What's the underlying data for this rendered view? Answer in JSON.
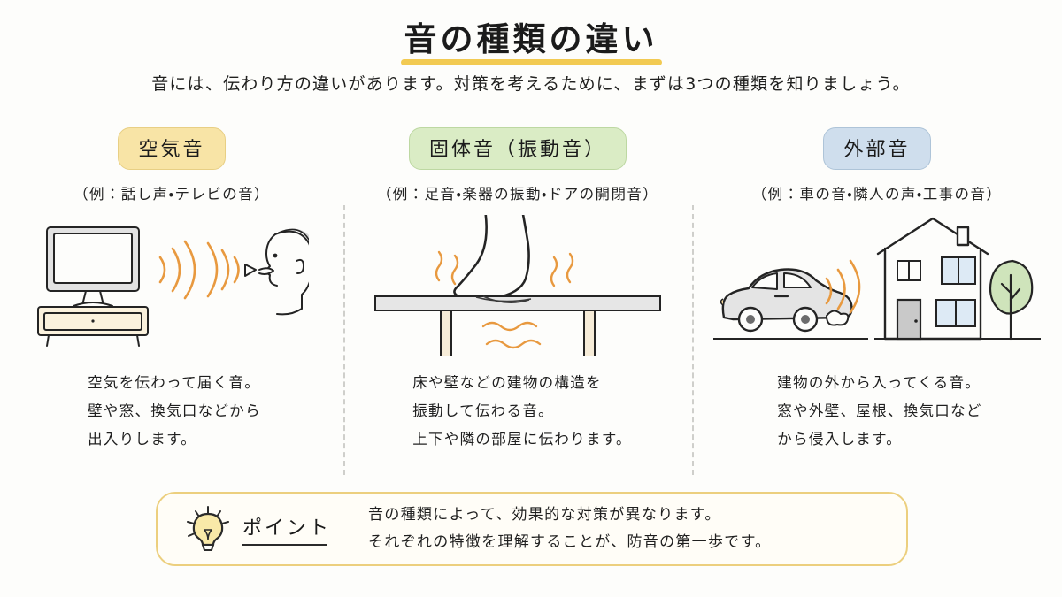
{
  "page": {
    "background_color": "#fdfdfb",
    "title": "音の種類の違い",
    "title_underline_color": "#f2ca52",
    "subtitle": "音には、伝わり方の違いがあります。対策を考えるために、まずは3つの種類を知りましょう。"
  },
  "columns": [
    {
      "badge_label": "空気音",
      "badge_color": "#f8e4a6",
      "badge_border_color": "#e8cf84",
      "example": "（例：話し声・テレビの音）",
      "illustration": "tv-and-person-talking",
      "description": [
        "空気を伝わって届く音。",
        "壁や窓、換気口などから",
        "出入りします。"
      ]
    },
    {
      "badge_label": "固体音（振動音）",
      "badge_color": "#daecc5",
      "badge_border_color": "#bdd8a2",
      "example": "（例：足音・楽器の振動・ドアの開閉音）",
      "illustration": "foot-stepping-on-floor-slab",
      "description": [
        "床や壁などの建物の構造を",
        "振動して伝わる音。",
        "上下や隣の部屋に伝わります。"
      ]
    },
    {
      "badge_label": "外部音",
      "badge_color": "#cfdeed",
      "badge_border_color": "#aec4d8",
      "example": "（例：車の音・隣人の声・工事の音）",
      "illustration": "car-house-and-tree",
      "description": [
        "建物の外から入ってくる音。",
        "窓や外壁、屋根、換気口など",
        "から侵入します。"
      ]
    }
  ],
  "point_box": {
    "icon": "lightbulb-icon",
    "label": "ポイント",
    "border_color": "#eccf7e",
    "lines": [
      "音の種類によって、効果的な対策が異なります。",
      "それぞれの特徴を理解することが、防音の第一歩です。"
    ]
  },
  "colors": {
    "sound_wave_orange": "#e8993f",
    "ink": "#222222",
    "divider_gray": "#cfcfcb"
  }
}
